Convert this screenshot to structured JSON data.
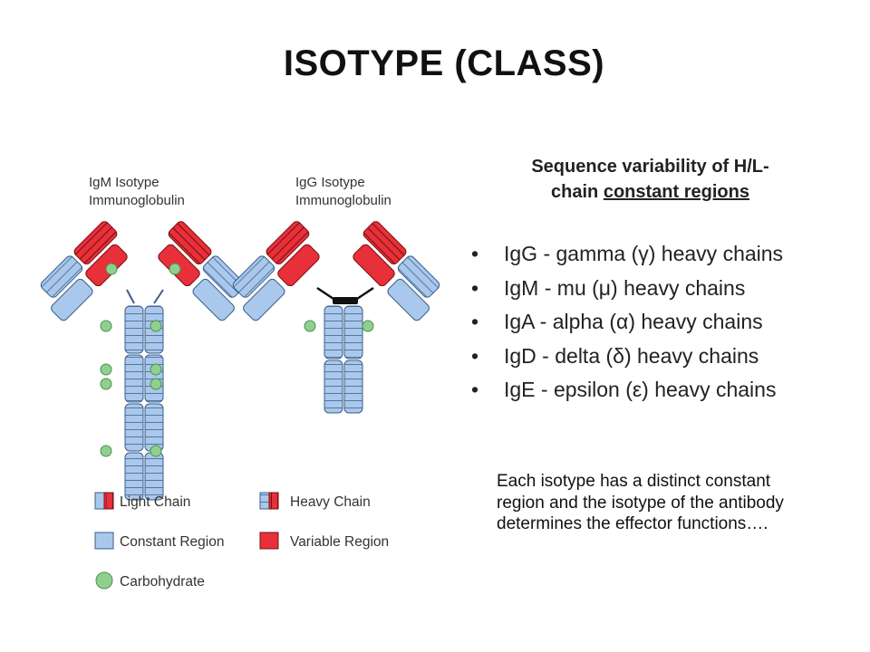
{
  "title": "ISOTYPE (CLASS)",
  "subtitle": {
    "line1": "Sequence variability of H/L-",
    "line2_prefix": "chain ",
    "line2_underlined": "constant regions"
  },
  "bullets": [
    "IgG - gamma (γ) heavy chains",
    "IgM - mu (μ) heavy chains",
    "IgA - alpha (α) heavy chains",
    "IgD - delta (δ) heavy chains",
    "IgE - epsilon (ε) heavy chains"
  ],
  "note": "Each isotype has a distinct constant region and the isotype of the antibody determines the effector functions….",
  "diagram": {
    "igm_label_1": "IgM Isotype",
    "igm_label_2": "Immunoglobulin",
    "igg_label_1": "IgG Isotype",
    "igg_label_2": "Immunoglobulin",
    "legend": {
      "light_chain": "Light Chain",
      "heavy_chain": "Heavy Chain",
      "constant_region": "Constant Region",
      "variable_region": "Variable Region",
      "carbohydrate": "Carbohydrate"
    },
    "colors": {
      "constant": "#a9c8ec",
      "variable": "#e8303a",
      "carbohydrate": "#8fd08f",
      "outline": "#3b5f8a"
    }
  }
}
